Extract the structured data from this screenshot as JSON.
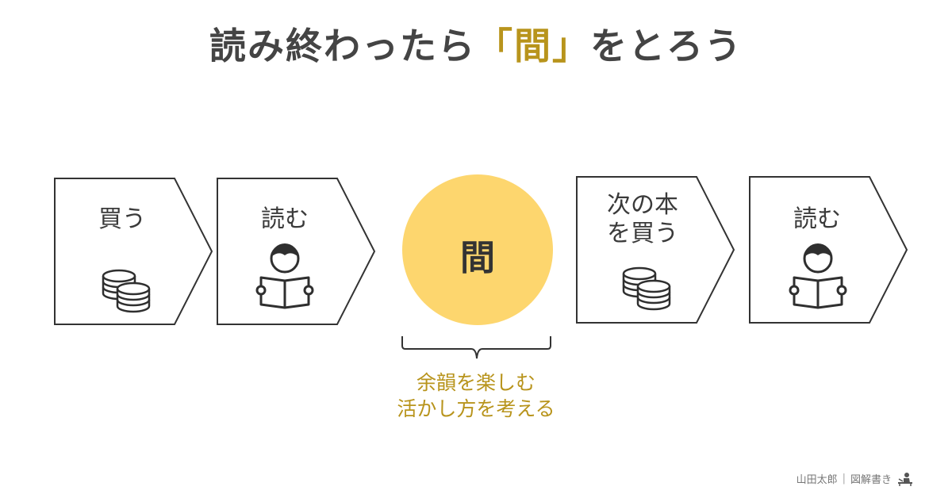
{
  "title": {
    "before": "読み終わったら",
    "accent": "「間」",
    "after": "をとろう"
  },
  "steps": [
    {
      "label": "買う",
      "icon": "coins-icon"
    },
    {
      "label": "読む",
      "icon": "reading-person-icon"
    },
    {
      "label": "間",
      "icon": ""
    },
    {
      "label": "次の本\nを買う",
      "icon": "coins-icon"
    },
    {
      "label": "読む",
      "icon": "reading-person-icon"
    }
  ],
  "caption": {
    "line1": "余韻を楽しむ",
    "line2": "活かし方を考える"
  },
  "credit": {
    "author": "山田太郎",
    "separator": "|",
    "brand": "図解書き"
  },
  "colors": {
    "accent": "#b8941c",
    "circle": "#fdd66e",
    "text": "#444444",
    "outline": "#333333"
  }
}
